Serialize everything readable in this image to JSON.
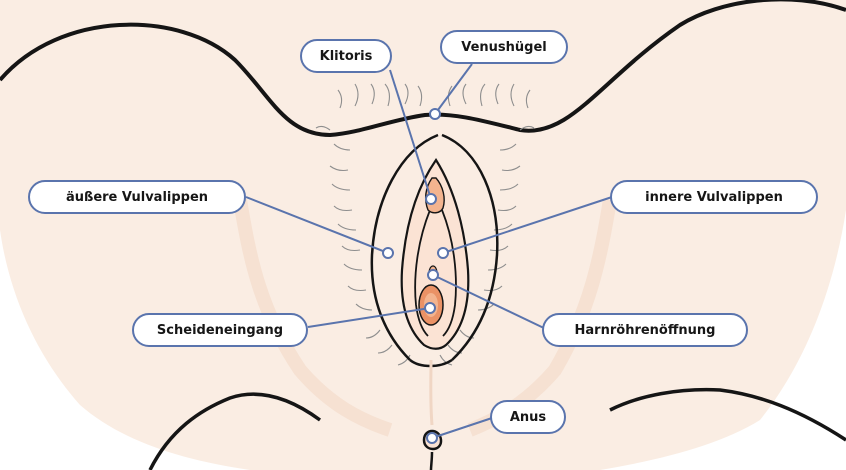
{
  "colors": {
    "skin": "#faede3",
    "skin_shadow": "#f3dccb",
    "outline": "#151515",
    "hair": "#8e8e8e",
    "leader": "#5a74ad",
    "pink": "#f3b48f",
    "pink_dark": "#ea9266"
  },
  "labels": {
    "klitoris": "Klitoris",
    "venushuegel": "Venushügel",
    "aeussere_vulvalippen": "äußere Vulvalippen",
    "innere_vulvalippen": "innere Vulvalippen",
    "scheideneingang": "Scheideneingang",
    "harnroehrenoeffnung": "Harnröhrenöffnung",
    "anus": "Anus"
  }
}
